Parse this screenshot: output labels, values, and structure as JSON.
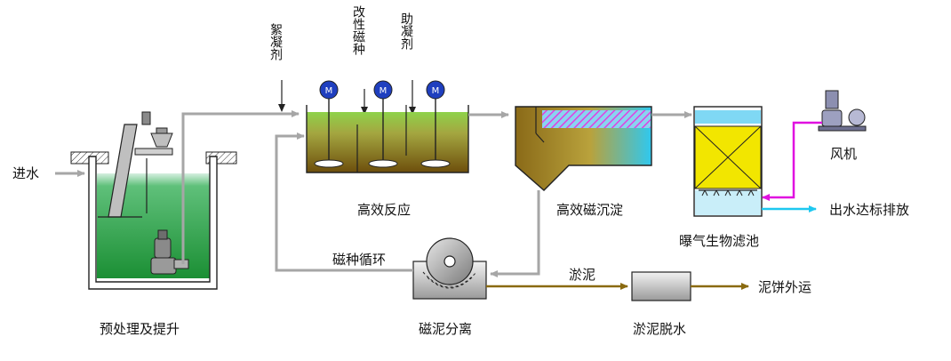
{
  "labels": {
    "inlet": "进水",
    "pretreatment": "预处理及提升",
    "flocculant": "絮凝剂",
    "magnetic_seed": "改性磁种",
    "coagulant_aid": "助凝剂",
    "high_eff_reaction": "高效反应",
    "high_eff_settling": "高效磁沉淀",
    "aerated_biofilter": "曝气生物滤池",
    "blower": "风机",
    "effluent": "出水达标排放",
    "magnetic_recycle": "磁种循环",
    "magnetic_separation": "磁泥分离",
    "sludge": "淤泥",
    "sludge_dewatering": "淤泥脱水",
    "sludge_cake": "泥饼外运",
    "motor_symbol": "M"
  },
  "colors": {
    "pipe_gray": "#a6a6a6",
    "water_green": "#1f9d3a",
    "reactor_mud": "#7a5a10",
    "lamella_pink": "#e040e0",
    "clear_water": "#1ec8f0",
    "filter_yellow": "#f2e600",
    "air_magenta": "#e010e0",
    "sludge_line": "#8a6a10",
    "motor_blue": "#1f3fbf"
  }
}
